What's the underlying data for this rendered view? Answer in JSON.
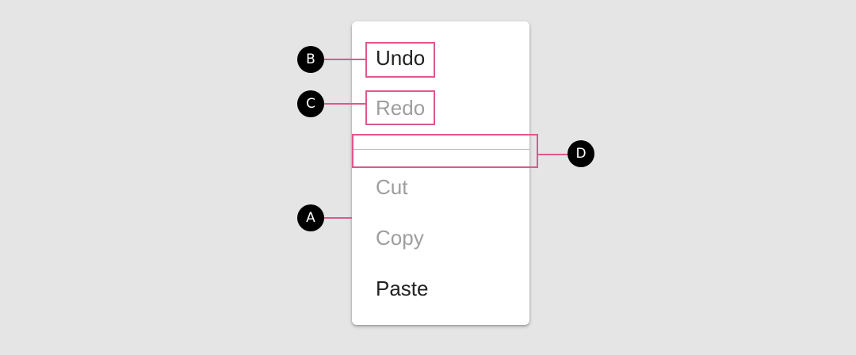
{
  "menu": {
    "items": [
      {
        "label": "Undo",
        "state": "enabled"
      },
      {
        "label": "Redo",
        "state": "disabled"
      },
      {
        "label": "Cut",
        "state": "disabled"
      },
      {
        "label": "Copy",
        "state": "disabled"
      },
      {
        "label": "Paste",
        "state": "enabled"
      }
    ]
  },
  "callouts": {
    "a": "A",
    "b": "B",
    "c": "C",
    "d": "D"
  },
  "colors": {
    "background": "#e5e5e5",
    "menu_surface": "#ffffff",
    "enabled_text": "#212121",
    "disabled_text": "#9e9e9e",
    "annotation": "#e0578c",
    "callout_fill": "#000000",
    "divider": "#bdbdbd"
  }
}
